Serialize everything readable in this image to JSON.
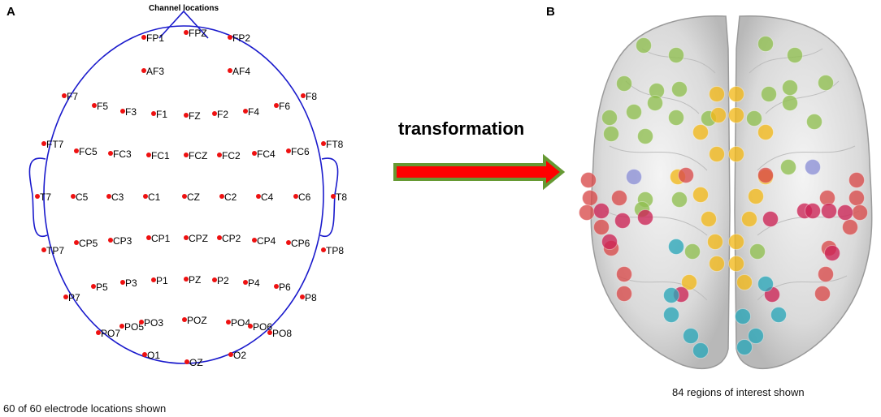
{
  "panels": {
    "a": {
      "letter": "A"
    },
    "b": {
      "letter": "B"
    }
  },
  "scalp": {
    "title": "Channel locations",
    "caption": "60 of 60 electrode locations shown",
    "head_color": "#1a1acc",
    "electrode_color": "#ee1111",
    "electrodes": [
      "FP1",
      "FPZ",
      "FP2",
      "AF3",
      "AF4",
      "F7",
      "F5",
      "F3",
      "F1",
      "FZ",
      "F2",
      "F4",
      "F6",
      "F8",
      "FT7",
      "FC5",
      "FC3",
      "FC1",
      "FCZ",
      "FC2",
      "FC4",
      "FC6",
      "FT8",
      "T7",
      "C5",
      "C3",
      "C1",
      "CZ",
      "C2",
      "C4",
      "C6",
      "T8",
      "TP7",
      "CP5",
      "CP3",
      "CP1",
      "CPZ",
      "CP2",
      "CP4",
      "CP6",
      "TP8",
      "P7",
      "P5",
      "P3",
      "P1",
      "PZ",
      "P2",
      "P4",
      "P6",
      "P8",
      "PO7",
      "PO5",
      "PO3",
      "POZ",
      "PO4",
      "PO6",
      "PO8",
      "O1",
      "OZ",
      "O2"
    ]
  },
  "arrow": {
    "label": "transformation",
    "fill_color": "#ff0000",
    "border_color": "#669933"
  },
  "brain": {
    "caption": "84  regions of interest shown",
    "roi_count": 84,
    "region_colors": {
      "frontal": "#8fbf4f",
      "midline": "#f2b81a",
      "temporal": "#d94a4a",
      "central": "#cc2255",
      "occipital": "#2aa6b8",
      "subcortical": "#8c8fd6"
    }
  }
}
